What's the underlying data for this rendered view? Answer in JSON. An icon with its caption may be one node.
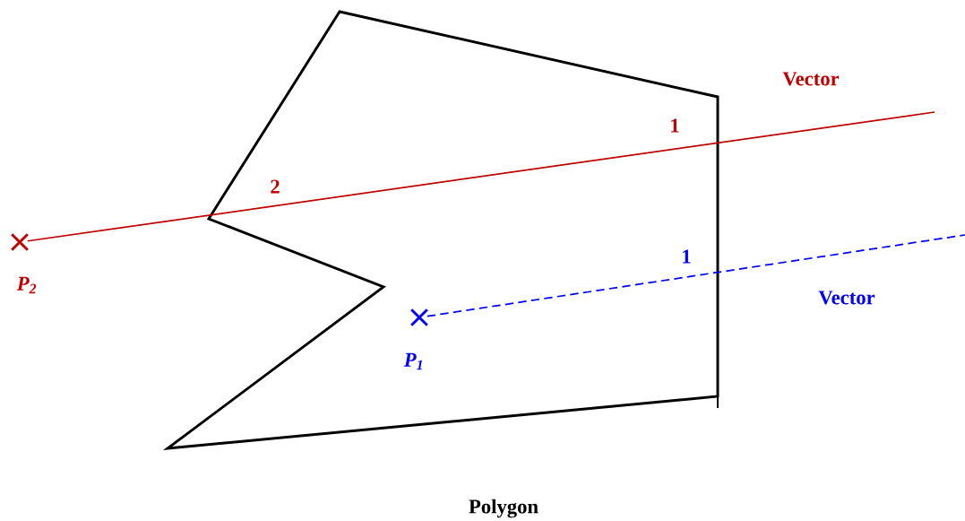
{
  "diagram": {
    "caption": "Polygon",
    "nodes": [
      {
        "text": [],
        "shape": "cross",
        "beside": [
          "P$_{2}$"
        ]
      },
      {
        "text": [],
        "shape": "cross",
        "beside": [
          "P$_{1}$"
        ]
      }
    ],
    "edges": [
      {
        "from": 0,
        "to": null,
        "arrow": "none",
        "color": "#c00000"
      },
      {
        "from": 1,
        "to": null,
        "arrow": "none",
        "style": "dashed",
        "color": "#0000ff"
      }
    ],
    "labels": [
      "Vector",
      "1",
      "2",
      "1",
      "Vector"
    ]
  }
}
